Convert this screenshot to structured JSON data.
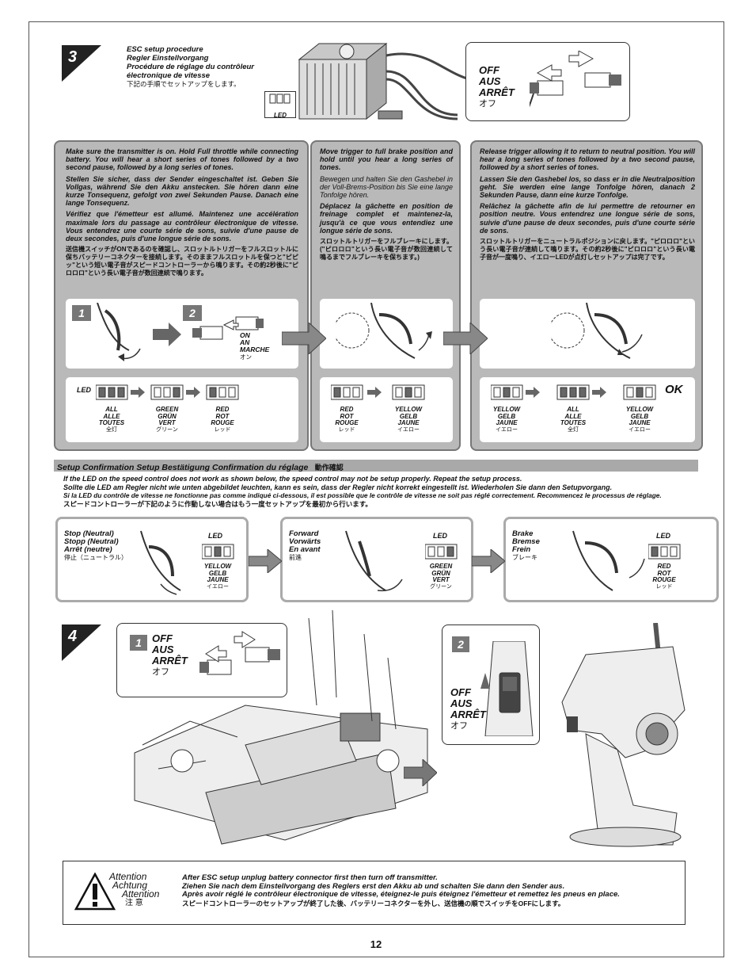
{
  "page_number": "12",
  "step3": {
    "number": "3",
    "title_en": "ESC setup procedure",
    "title_de": "Regler Einstellvorgang",
    "title_fr1": "Procédure de réglage du contrôleur",
    "title_fr2": "électronique de vitesse",
    "title_jp": "下記の手順でセットアップをします。",
    "led_tag": "LED",
    "off_en": "OFF",
    "off_de": "AUS",
    "off_fr": "ARRÊT",
    "off_jp": "オフ"
  },
  "panel1": {
    "en": "Make sure the transmitter is on. Hold Full throttle while connecting battery. You will hear a short series of tones followed by a two second pause, followed by a long series of tones.",
    "de": "Stellen Sie sicher, dass der Sender eingeschaltet ist. Geben Sie Vollgas, während Sie den Akku anstecken. Sie hören dann eine kurze Tonsequenz, gefolgt von zwei Sekunden Pause. Danach eine lange Tonsequenz.",
    "fr": "Vérifiez que l'émetteur est allumé. Maintenez une accélération maximale lors du passage au contrôleur électronique de vitesse. Vous entendrez une courte série de sons, suivie d'une pause de deux secondes, puis d'une longue série de sons.",
    "jp": "送信機スイッチがONであるのを確認し、スロットルトリガーをフルスロットルに保ちバッテリーコネクターを接続します。そのままフルスロットルを保つと\"ピピッ\"という短い電子音がスピードコントローラーから鳴ります。その約2秒後に\"ピロロロ\"という長い電子音が数回連続で鳴ります。",
    "sub1": "1",
    "sub2": "2",
    "on_en": "ON",
    "on_de": "AN",
    "on_fr": "MARCHE",
    "on_jp": "オン",
    "led_word": "LED",
    "leds": [
      {
        "en": "ALL",
        "de": "ALLE",
        "fr": "TOUTES",
        "jp": "全灯"
      },
      {
        "en": "GREEN",
        "de": "GRÜN",
        "fr": "VERT",
        "jp": "グリーン"
      },
      {
        "en": "RED",
        "de": "ROT",
        "fr": "ROUGE",
        "jp": "レッド"
      }
    ]
  },
  "panel2": {
    "en": "Move trigger to full brake position and hold until you hear a long series of tones.",
    "de": "Bewegen und halten Sie den Gashebel in der Voll-Brems-Position bis Sie eine lange Tonfolge hören.",
    "fr": "Déplacez la gâchette en position de freinage complet et maintenez-la, jusqu'à ce que vous entendiez une longue série de sons.",
    "jp": "スロットルトリガーをフルブレーキにします。(\"ピロロロ\"という長い電子音が数回連続して鳴るまでフルブレーキを保ちます。)",
    "leds": [
      {
        "en": "RED",
        "de": "ROT",
        "fr": "ROUGE",
        "jp": "レッド"
      },
      {
        "en": "YELLOW",
        "de": "GELB",
        "fr": "JAUNE",
        "jp": "イエロー"
      }
    ]
  },
  "panel3": {
    "en": "Release trigger allowing it to return to neutral position. You will hear a long series of tones followed by a two second pause, followed by a short series of tones.",
    "de": "Lassen Sie den Gashebel los, so dass er in die Neutralposition geht. Sie werden eine lange Tonfolge hören, danach 2 Sekunden Pause, dann eine kurze Tonfolge.",
    "fr": "Relâchez la gâchette afin de lui permettre de retourner en position neutre. Vous entendrez une longue série de sons, suivie d'une pause de deux secondes, puis d'une courte série de sons.",
    "jp": "スロットルトリガーをニュートラルポジションに戻します。\"ピロロロ\"という長い電子音が連続して鳴ります。その約2秒後に\"ピロロロ\"という長い電子音が一度鳴り、イエローLEDが点灯しセットアップは完了です。",
    "ok": "OK",
    "leds": [
      {
        "en": "YELLOW",
        "de": "GELB",
        "fr": "JAUNE",
        "jp": "イエロー"
      },
      {
        "en": "ALL",
        "de": "ALLE",
        "fr": "TOUTES",
        "jp": "全灯"
      },
      {
        "en": "YELLOW",
        "de": "GELB",
        "fr": "JAUNE",
        "jp": "イエロー"
      }
    ]
  },
  "confirm": {
    "title": "Setup Confirmation   Setup Bestätigung   Confirmation du réglage",
    "title_jp": "動作確認",
    "en": "If the LED on the speed control does not work as shown below, the speed control may not be setup properly. Repeat the setup process.",
    "de": "Sollte die LED am Regler nicht wie unten abgebildet leuchten, kann es sein, dass der Regler nicht korrekt eingestellt ist. Wiederholen Sie dann den Setupvorgang.",
    "fr": "Si la LED du contrôle de vitesse ne fonctionne pas comme indiqué ci-dessous, il est possible que le contrôle de vitesse ne soit pas réglé correctement. Recommencez le processus de réglage.",
    "jp": "スピードコントローラーが下記のように作動しない場合はもう一度セットアップを最初から行います。",
    "boxes": [
      {
        "l1": "Stop (Neutral)",
        "l2": "Stopp (Neutral)",
        "l3": "Arrêt (neutre)",
        "jp": "停止（ニュートラル）",
        "led": "LED",
        "c_en": "YELLOW",
        "c_de": "GELB",
        "c_fr": "JAUNE",
        "c_jp": "イエロー"
      },
      {
        "l1": "Forward",
        "l2": "Vorwärts",
        "l3": "En avant",
        "jp": "前進",
        "led": "LED",
        "c_en": "GREEN",
        "c_de": "GRÜN",
        "c_fr": "VERT",
        "c_jp": "グリーン"
      },
      {
        "l1": "Brake",
        "l2": "Bremse",
        "l3": "Frein",
        "jp": "ブレーキ",
        "led": "LED",
        "c_en": "RED",
        "c_de": "ROT",
        "c_fr": "ROUGE",
        "c_jp": "レッド"
      }
    ]
  },
  "step4": {
    "number": "4",
    "sub1": "1",
    "sub2": "2",
    "off_en": "OFF",
    "off_de": "AUS",
    "off_fr": "ARRÊT",
    "off_jp": "オフ"
  },
  "attention": {
    "en_word": "Attention",
    "de_word": "Achtung",
    "fr_word": "Attention",
    "jp_word": "注 意",
    "en": "After ESC setup unplug battery connector first then turn off transmitter.",
    "de": "Ziehen Sie nach dem Einstellvorgang des Reglers erst den Akku ab und schalten Sie dann den Sender aus.",
    "fr": "Après avoir réglé le contrôleur électronique de vitesse, éteignez-le puis éteignez l'émetteur et remettez les pneus en place.",
    "jp": "スピードコントローラーのセットアップが終了した後、バッテリーコネクターを外し、送信機の順でスイッチをOFFにします。"
  }
}
